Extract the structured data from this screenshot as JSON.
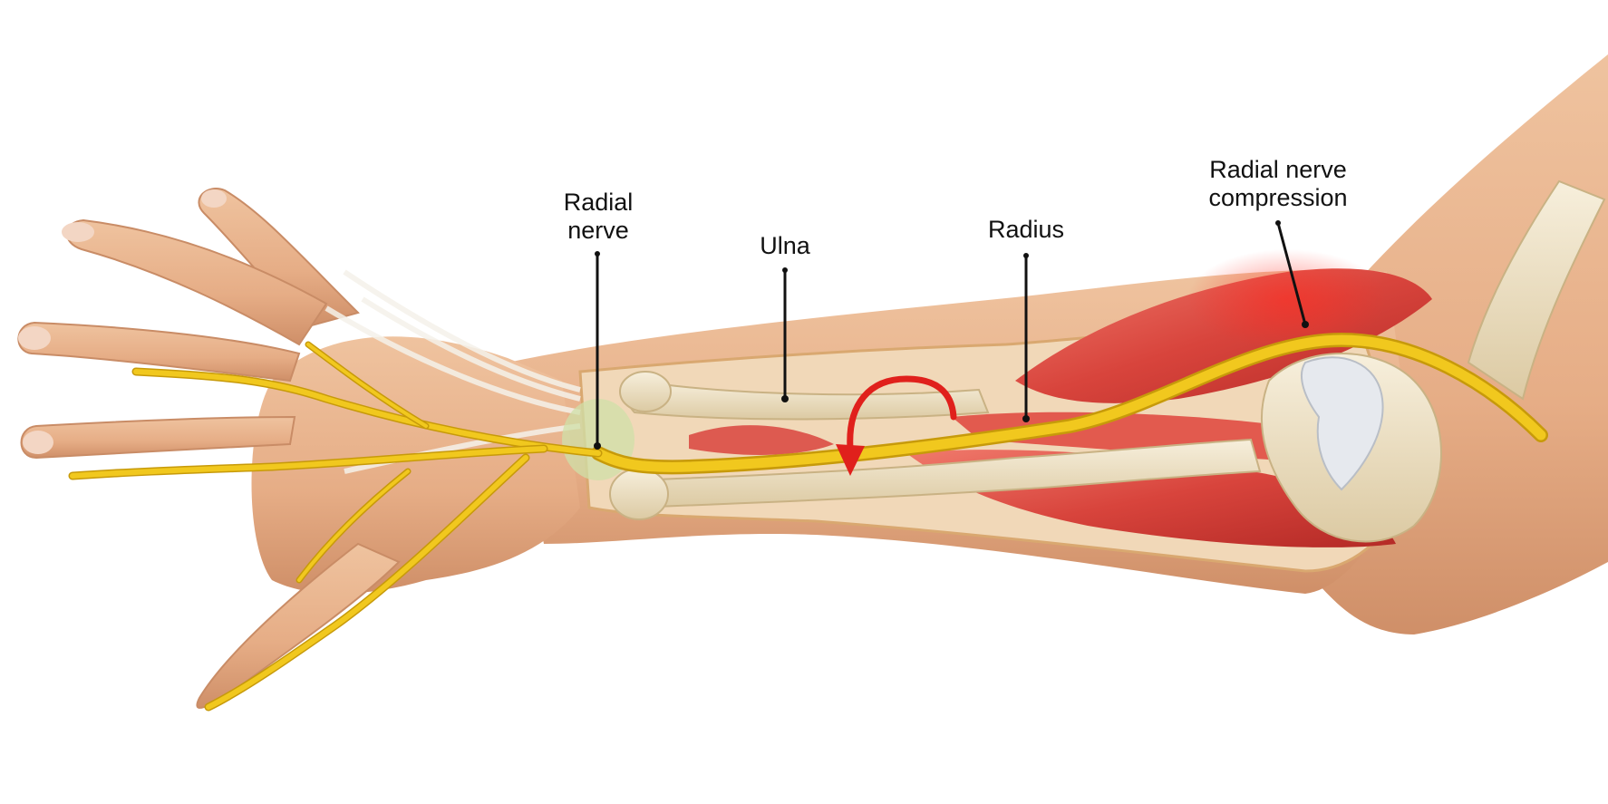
{
  "labels": {
    "radial_nerve_line1": "Radial",
    "radial_nerve_line2": "nerve",
    "ulna": "Ulna",
    "radius": "Radius",
    "compression_line1": "Radial nerve",
    "compression_line2": "compression"
  },
  "colors": {
    "background": "#ffffff",
    "skin": "#e9b590",
    "skin_shadow": "#cf8f68",
    "nerve": "#f1c81e",
    "nerve_edge": "#c79a0a",
    "bone": "#efe3c8",
    "muscle": "#d8443c",
    "tendon": "#f3efe6",
    "arrow": "#e0201c",
    "leader_line": "#111111"
  },
  "icons": {
    "rotation_arrow": "curved-arrow-icon"
  }
}
